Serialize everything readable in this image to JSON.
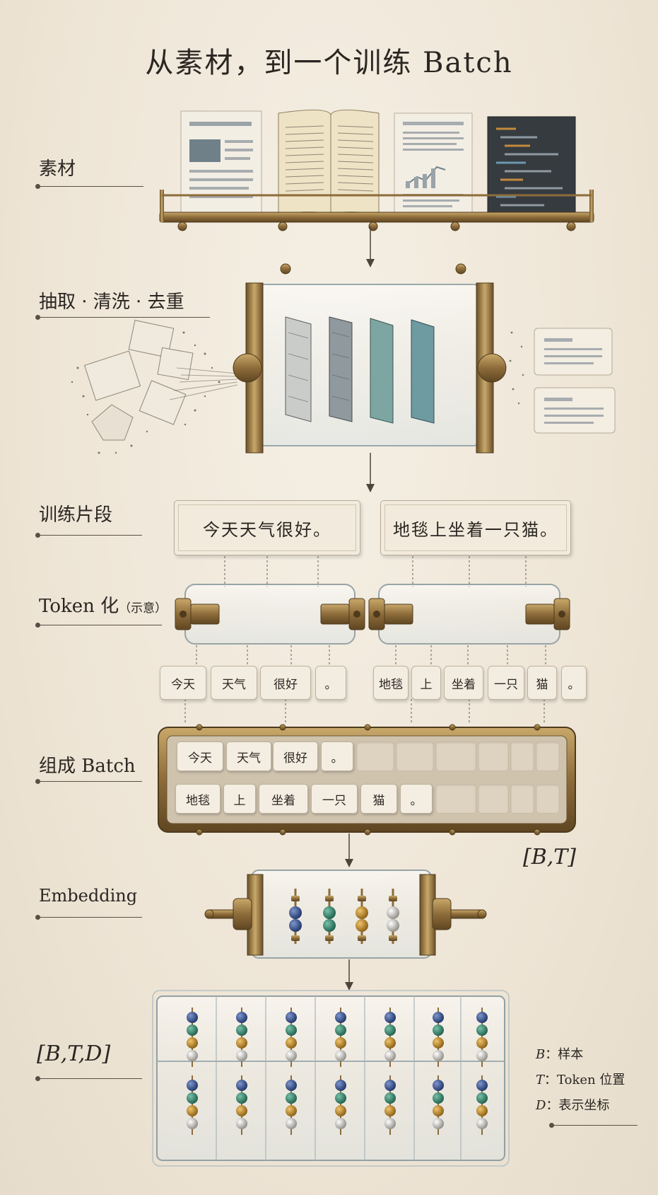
{
  "title": "从素材，到一个训练 Batch",
  "stages": {
    "materials": "素材",
    "extract": "抽取 · 清洗 · 去重",
    "segments": "训练片段",
    "tokenize": "Token 化",
    "tokenize_note": "（示意）",
    "batch": "组成 Batch",
    "embedding": "Embedding"
  },
  "segments": [
    "今天天气很好。",
    "地毯上坐着一只猫。"
  ],
  "tokens": {
    "row1": [
      "今天",
      "天气",
      "很好",
      "。"
    ],
    "row2": [
      "地毯",
      "上",
      "坐着",
      "一只",
      "猫",
      "。"
    ]
  },
  "batch_shape": "[B,T]",
  "embedding_shape": "[B,T,D]",
  "legend": [
    {
      "sym": "B",
      "text": "：样本"
    },
    {
      "sym": "T",
      "text": "：Token 位置"
    },
    {
      "sym": "D",
      "text": "：表示坐标"
    }
  ],
  "colors": {
    "background": "#efe7da",
    "brass": "#9a7a45",
    "bead_blue": "#2f4a86",
    "bead_green": "#2f7f6a",
    "bead_gold": "#c08a2a",
    "bead_silver": "#c9c7c0"
  },
  "icons": [
    "bookshelf",
    "document",
    "book",
    "report",
    "code-screen",
    "filter-machine",
    "tokenizer-roller",
    "batch-tray",
    "embedding-abacus",
    "bead-grid"
  ]
}
